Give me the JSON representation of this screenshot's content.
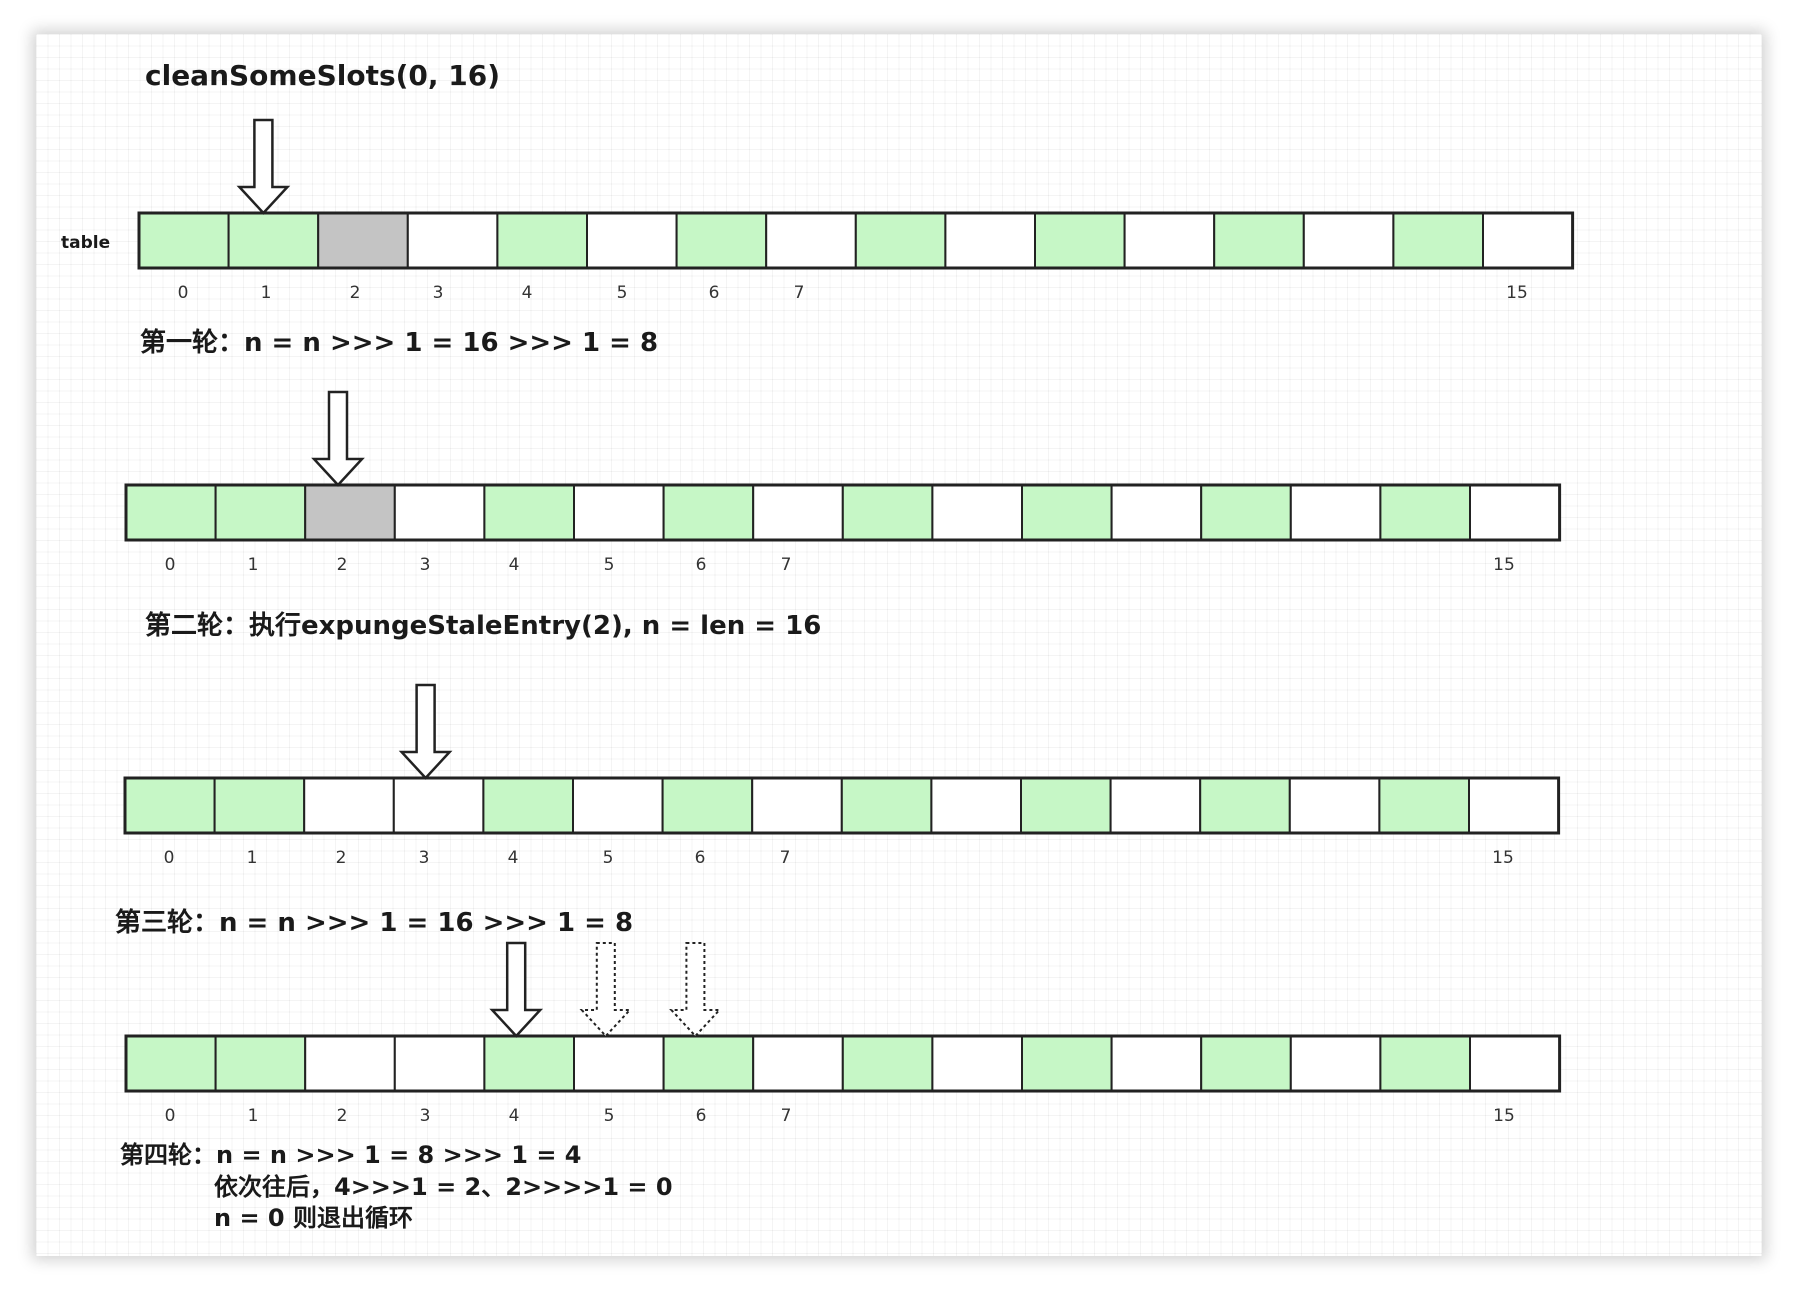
{
  "title": "cleanSomeSlots(0, 16)",
  "table_label": "table",
  "index_labels": [
    "0",
    "1",
    "2",
    "3",
    "4",
    "5",
    "6",
    "7",
    "15"
  ],
  "colors": {
    "occupied": "#c6f7c6",
    "stale": "#c4c4c4",
    "empty": "#ffffff",
    "border": "#222222"
  },
  "rows": [
    {
      "cells": [
        "occupied",
        "occupied",
        "stale",
        "empty",
        "occupied",
        "empty",
        "occupied",
        "empty",
        "occupied",
        "empty",
        "occupied",
        "empty",
        "occupied",
        "empty",
        "occupied",
        "empty"
      ],
      "pointer_slot": 1,
      "dashed_pointer_slots": []
    },
    {
      "cells": [
        "occupied",
        "occupied",
        "stale",
        "empty",
        "occupied",
        "empty",
        "occupied",
        "empty",
        "occupied",
        "empty",
        "occupied",
        "empty",
        "occupied",
        "empty",
        "occupied",
        "empty"
      ],
      "pointer_slot": 2,
      "dashed_pointer_slots": []
    },
    {
      "cells": [
        "occupied",
        "occupied",
        "empty",
        "empty",
        "occupied",
        "empty",
        "occupied",
        "empty",
        "occupied",
        "empty",
        "occupied",
        "empty",
        "occupied",
        "empty",
        "occupied",
        "empty"
      ],
      "pointer_slot": 3,
      "dashed_pointer_slots": []
    },
    {
      "cells": [
        "occupied",
        "occupied",
        "empty",
        "empty",
        "occupied",
        "empty",
        "occupied",
        "empty",
        "occupied",
        "empty",
        "occupied",
        "empty",
        "occupied",
        "empty",
        "occupied",
        "empty"
      ],
      "pointer_slot": 4,
      "dashed_pointer_slots": [
        5,
        6
      ]
    }
  ],
  "round1": "第一轮：n = n >>> 1 = 16 >>>  1 = 8",
  "round2": "第二轮：执行expungeStaleEntry(2), n = len = 16",
  "round3": "第三轮：n = n >>> 1 = 16 >>> 1  = 8",
  "round4": [
    "第四轮：n = n >>> 1 = 8 >>> 1 = 4",
    "依次往后，4>>>1 = 2、2>>>>1 = 0",
    "n = 0 则退出循环"
  ]
}
